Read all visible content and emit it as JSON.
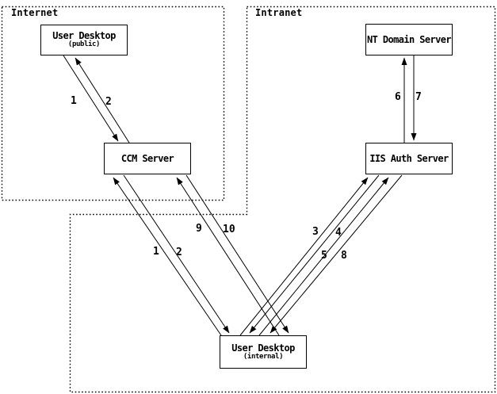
{
  "diagram": {
    "colors": {
      "ink": "#000000",
      "background": "#ffffff"
    },
    "zones": {
      "internet": {
        "label": "Internet"
      },
      "intranet": {
        "label": "Intranet"
      }
    },
    "nodes": {
      "user_desktop_public": {
        "title": "User Desktop",
        "subtitle": "(public)"
      },
      "ccm_server": {
        "title": "CCM Server"
      },
      "nt_domain_server": {
        "title": "NT Domain Server"
      },
      "iis_auth_server": {
        "title": "IIS Auth Server"
      },
      "user_desktop_internal": {
        "title": "User Desktop",
        "subtitle": "(internal)"
      }
    },
    "flow_labels": {
      "public_ccm_1": "1",
      "public_ccm_2": "2",
      "internal_ccm_1": "1",
      "internal_ccm_2": "2",
      "internal_ccm_9": "9",
      "internal_ccm_10": "10",
      "internal_iis_3": "3",
      "internal_iis_4": "4",
      "internal_iis_5": "5",
      "internal_iis_8": "8",
      "nt_iis_6": "6",
      "nt_iis_7": "7"
    }
  }
}
